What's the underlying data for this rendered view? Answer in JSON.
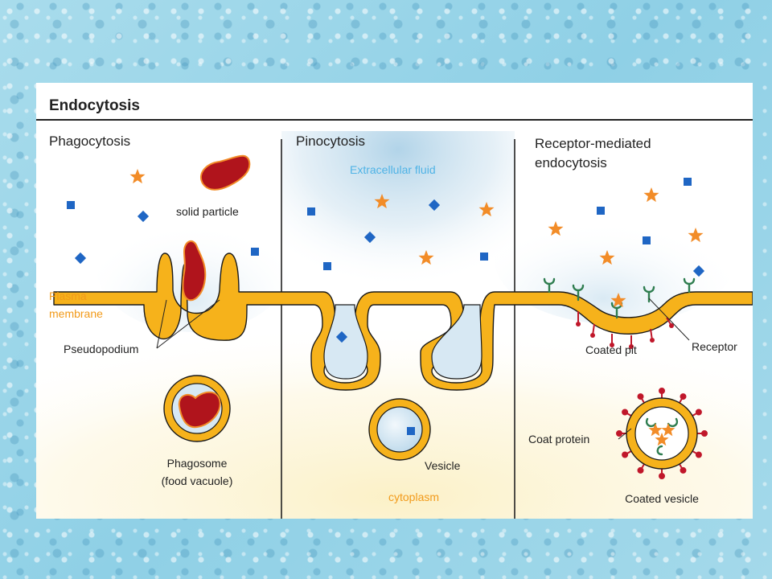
{
  "title": "Endocytosis",
  "sections": {
    "phagocytosis": {
      "heading": "Phagocytosis",
      "solid_particle": "solid particle",
      "plasma_membrane_line1": "Plasma",
      "plasma_membrane_line2": "membrane",
      "pseudopodium": "Pseudopodium",
      "phagosome_line1": "Phagosome",
      "phagosome_line2": "(food vacuole)"
    },
    "pinocytosis": {
      "heading": "Pinocytosis",
      "extracellular_fluid": "Extracellular fluid",
      "vesicle": "Vesicle",
      "cytoplasm": "cytoplasm"
    },
    "receptor_mediated": {
      "heading_line1": "Receptor-mediated",
      "heading_line2": "endocytosis",
      "coated_pit": "Coated pit",
      "receptor": "Receptor",
      "coat_protein": "Coat protein",
      "coated_vesicle": "Coated vesicle"
    }
  },
  "colors": {
    "membrane_fill": "#f6b21b",
    "membrane_outline": "#1a1a1a",
    "particle": "#b0141c",
    "star": "#f28c28",
    "square": "#1f66c4",
    "receptor": "#2e7d4f",
    "coat_protein": "#c0172a",
    "extracellular_label": "#4fb3e6",
    "membrane_label": "#f29a1a"
  }
}
